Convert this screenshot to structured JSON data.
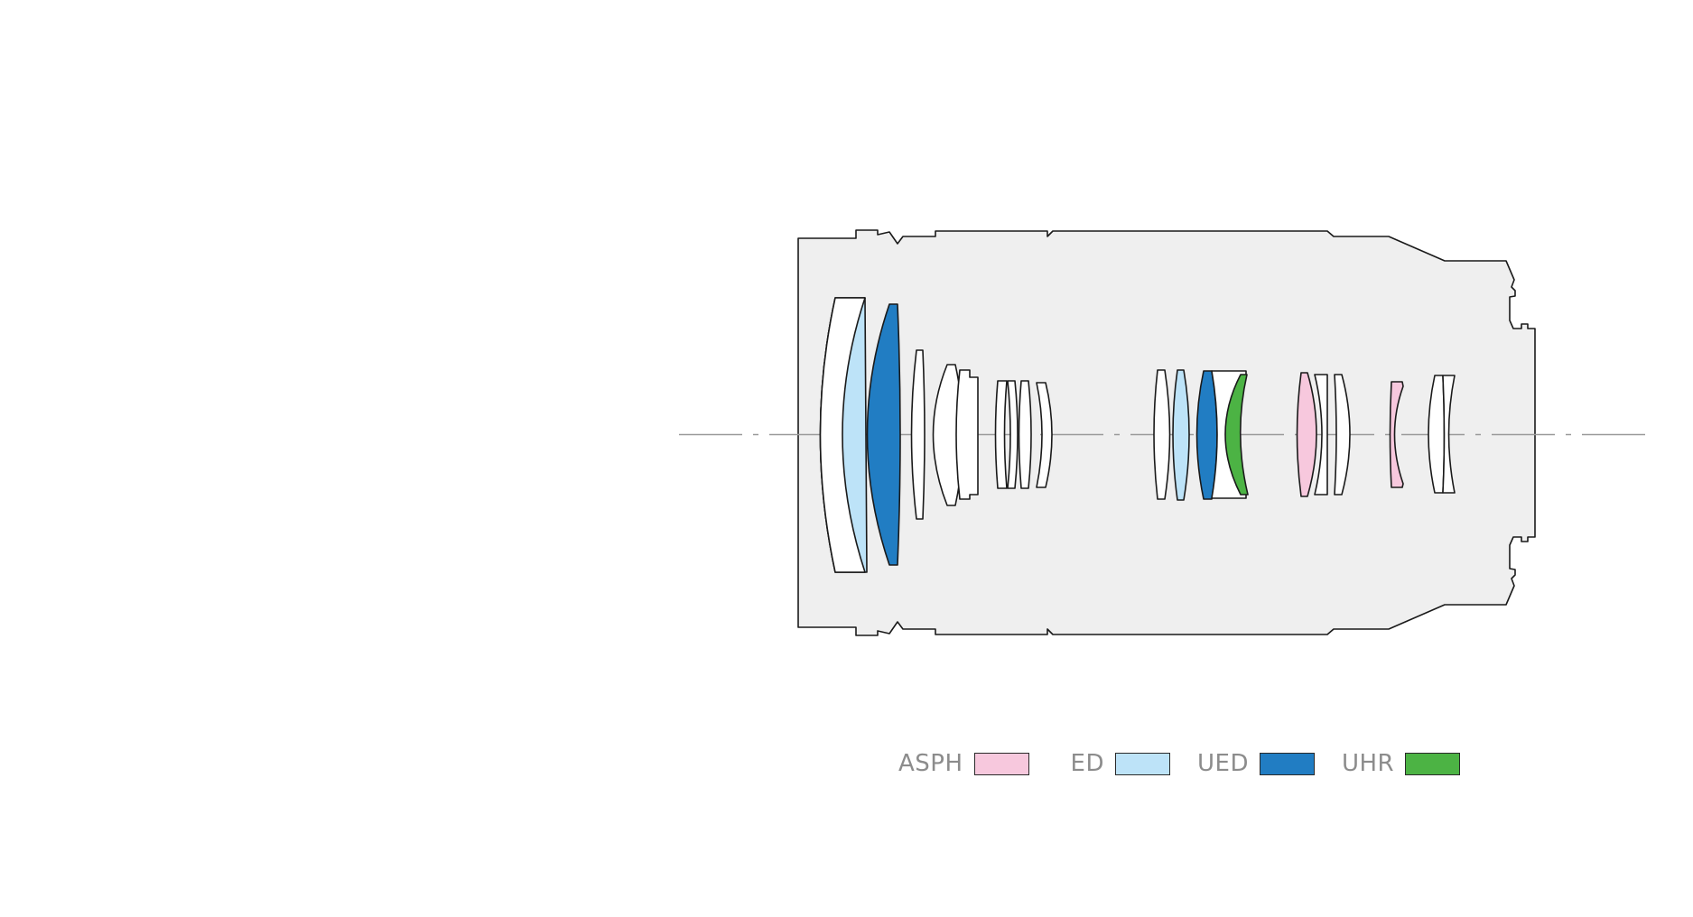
{
  "legend": [
    {
      "label": "ASPH",
      "color": "#f7c8dd"
    },
    {
      "label": "ED",
      "color": "#bde3f8"
    },
    {
      "label": "UED",
      "color": "#217dc3"
    },
    {
      "label": "UHR",
      "color": "#4cb344"
    }
  ],
  "colors": {
    "barrel_fill": "#efefef",
    "outline": "#1a1a1a",
    "axis": "#9a9a9a",
    "plain_lens": "#ffffff"
  }
}
